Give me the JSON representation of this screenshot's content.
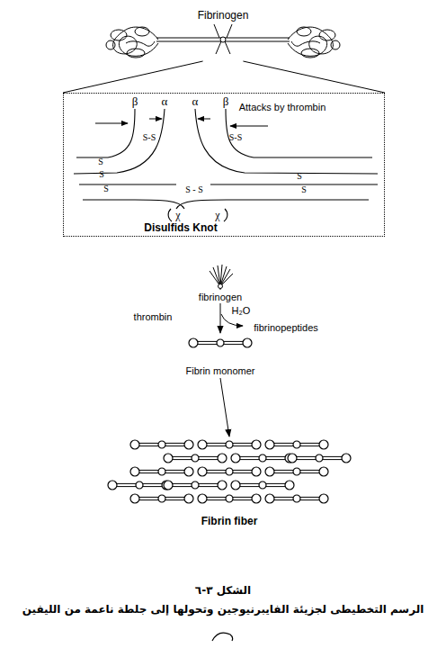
{
  "diagram": {
    "caption": "الرسم التخطيطى لجزيئة الفايبرنيوجين وتحولها إلى جلطة ناعمة من الليفين",
    "nodes": [
      {
        "text": [
          "Fibrinogen"
        ]
      },
      {
        "text": [
          "Disulfids Knot"
        ]
      },
      {
        "text": [
          "fibrinogen"
        ]
      },
      {
        "text": [
          "Fibrin monomer"
        ]
      },
      {
        "text": [
          "Fibrin fiber"
        ]
      }
    ],
    "edges": [
      {
        "from": 0,
        "to": 1,
        "arrow": "none"
      },
      {
        "from": 0,
        "to": 1,
        "arrow": "none"
      },
      {
        "from": 2,
        "to": 3,
        "label": "thrombin",
        "arrow": "to"
      },
      {
        "from": 3,
        "to": 4,
        "arrow": "to"
      }
    ],
    "labels": [
      "β",
      "α",
      "α",
      "β",
      "Attacks by thrombin",
      "S-S",
      "S-S",
      "S",
      "S",
      "S",
      "S",
      "S",
      "S - S",
      "χ",
      "χ",
      "H₂O",
      "fibrinopeptides",
      "الشكل ٣-٦"
    ]
  }
}
